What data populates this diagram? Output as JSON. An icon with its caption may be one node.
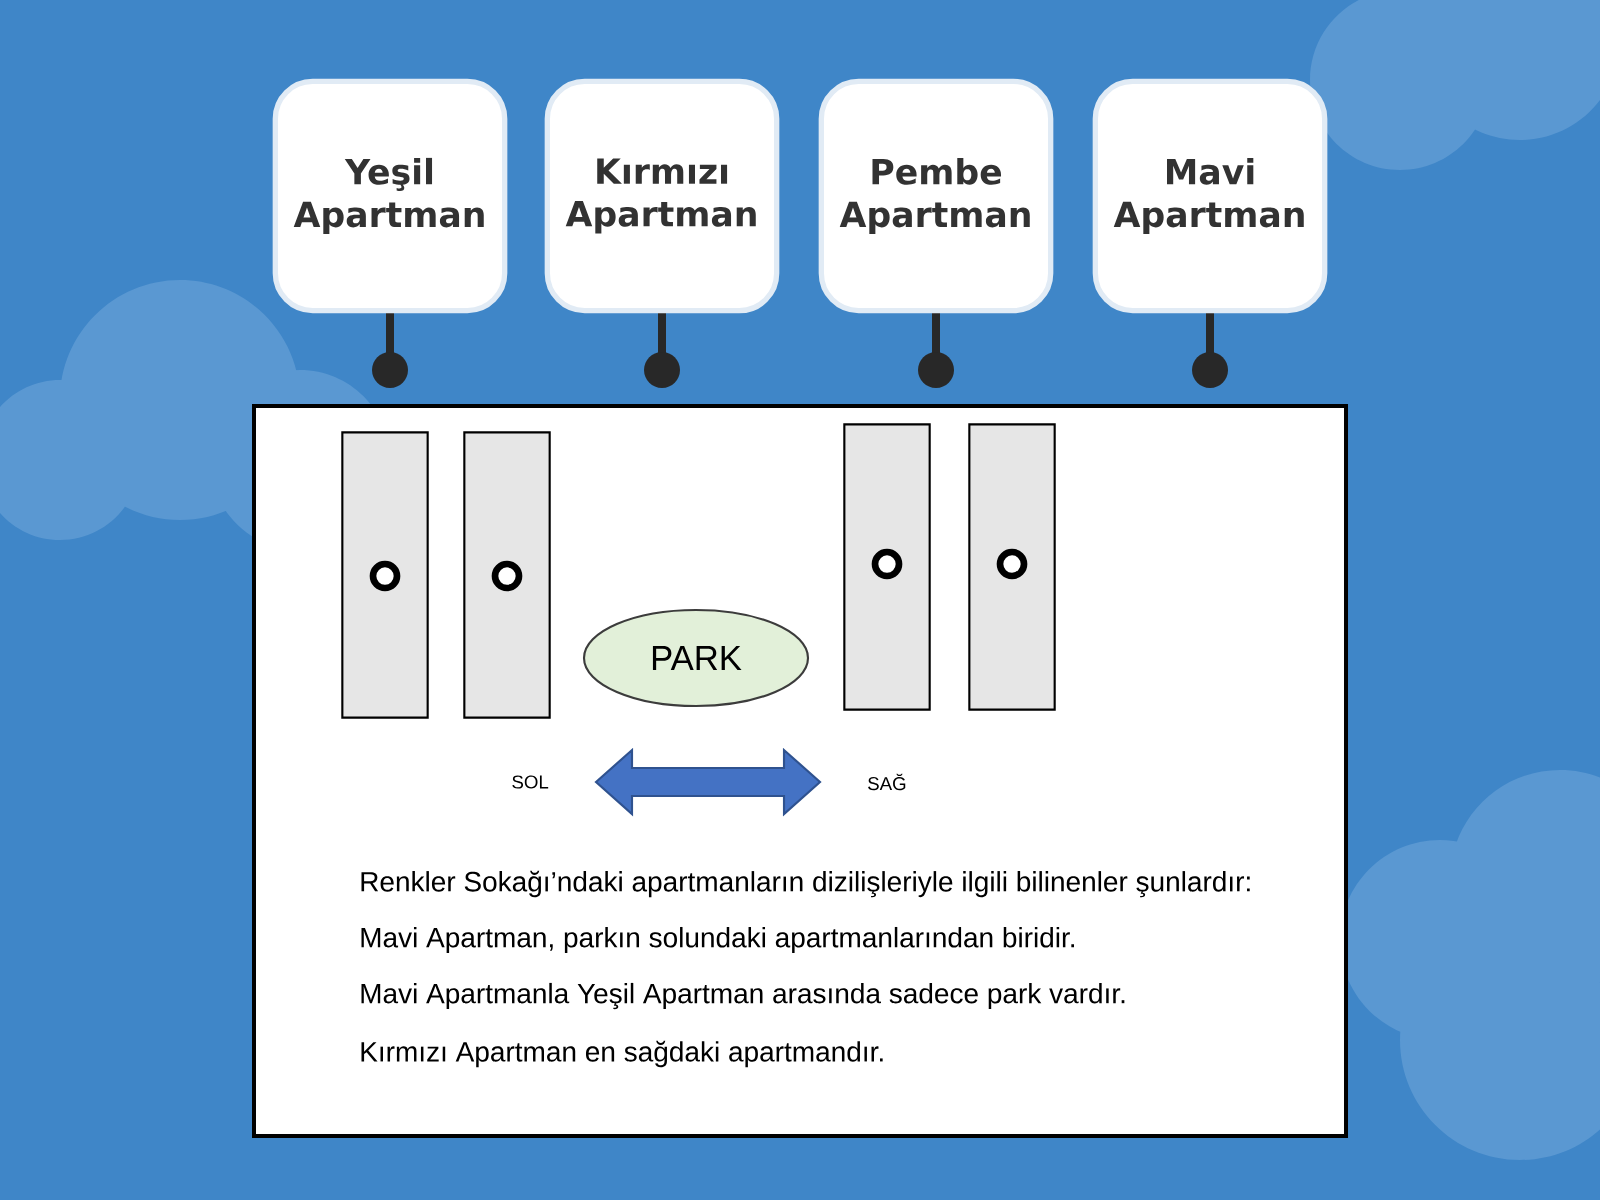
{
  "diagram": {
    "nodes": [
      {
        "text": [
          "Yeşil Apartman"
        ]
      },
      {
        "text": [
          "Kırmızı Apartman"
        ]
      },
      {
        "text": [
          "Pembe Apartman"
        ]
      },
      {
        "text": [
          "Mavi Apartman"
        ]
      },
      {
        "text": [],
        "shape": "box"
      },
      {
        "text": [],
        "shape": "box"
      },
      {
        "text": [
          "PARK"
        ]
      },
      {
        "text": [],
        "shape": "box"
      },
      {
        "text": [],
        "shape": "box"
      }
    ],
    "edges": [],
    "labels": [
      "SOL",
      "SAĞ",
      "Renkler Sokağı’ndaki apartmanların dizilişleriyle ilgili bilinenler şunlardır:",
      "Mavi Apartman, parkın solundaki apartmanlarından biridir.",
      "Mavi Apartmanla Yeşil Apartman arasında sadece park vardır.",
      "Kırmızı Apartman en sağdaki apartmandır."
    ]
  }
}
